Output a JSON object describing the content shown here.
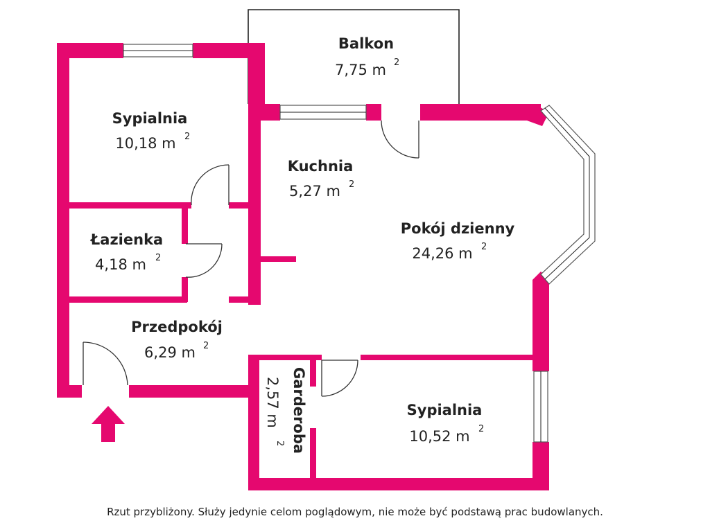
{
  "rooms": {
    "balkon": {
      "name": "Balkon",
      "area": "7,75 m",
      "unit_sup": "2"
    },
    "sypialnia1": {
      "name": "Sypialnia",
      "area": "10,18 m",
      "unit_sup": "2"
    },
    "kuchnia": {
      "name": "Kuchnia",
      "area": "5,27 m",
      "unit_sup": "2"
    },
    "lazienka": {
      "name": "Łazienka",
      "area": "4,18 m",
      "unit_sup": "2"
    },
    "pokoj_dzienny": {
      "name": "Pokój dzienny",
      "area": "24,26 m",
      "unit_sup": "2"
    },
    "przedpokoj": {
      "name": "Przedpokój",
      "area": "6,29 m",
      "unit_sup": "2"
    },
    "garderoba": {
      "name": "Garderoba",
      "area": "2,57 m",
      "unit_sup": "2"
    },
    "sypialnia2": {
      "name": "Sypialnia",
      "area": "10,52 m",
      "unit_sup": "2"
    }
  },
  "footnote": "Rzut przybliżony. Służy jedynie celom poglądowym, nie może być podstawą prac budowlanych.",
  "colors": {
    "wall": "#e5086f",
    "line": "#222222"
  },
  "icons": {
    "entrance": "entrance-arrow-icon"
  }
}
